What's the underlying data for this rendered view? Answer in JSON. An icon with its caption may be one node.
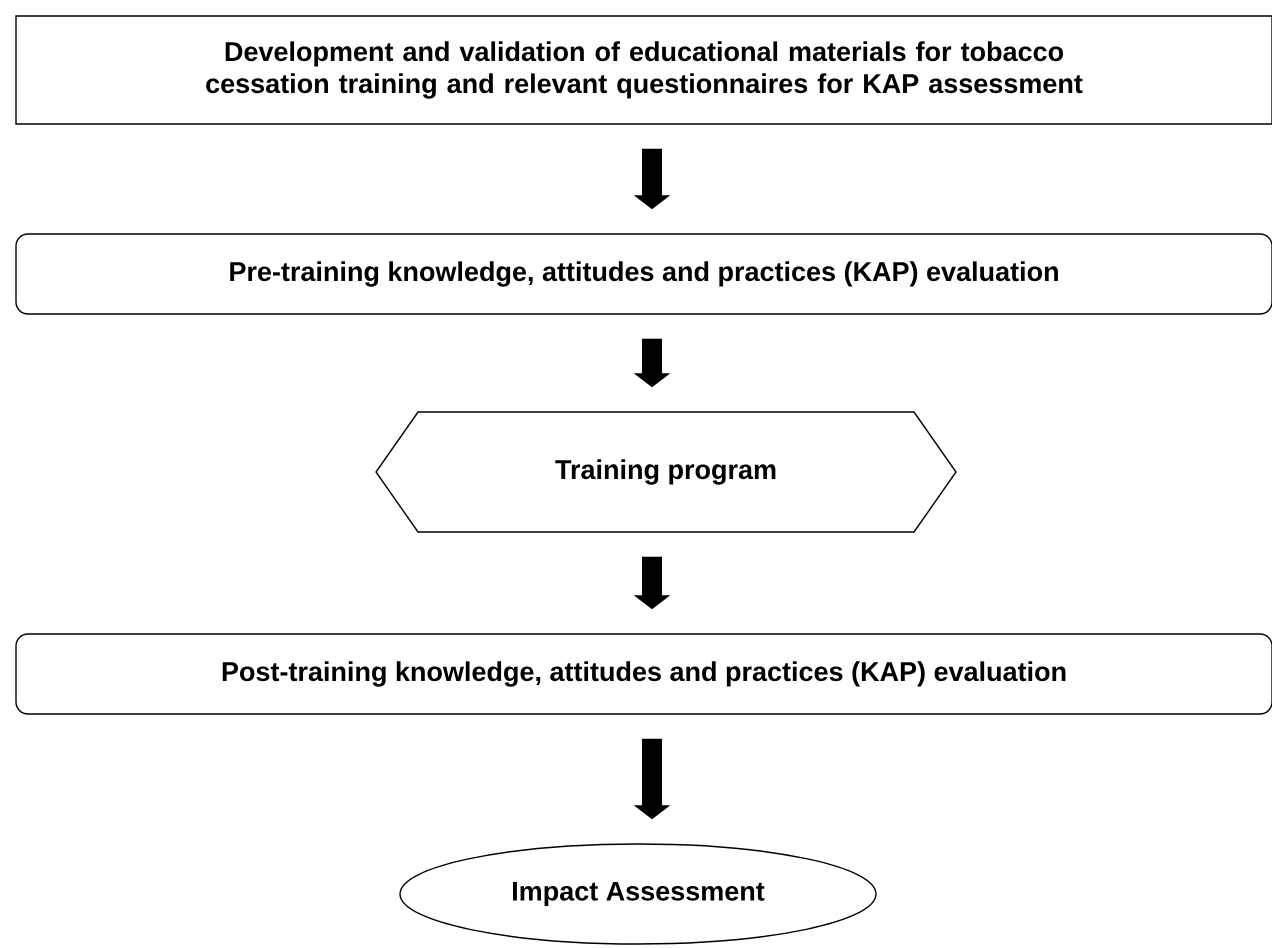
{
  "diagram": {
    "nodes": [
      {
        "text": [
          "Development and validation of educational materials for tobacco cessation training and relevant questionnaires for KAP assessment"
        ]
      },
      {
        "text": [
          "Pre-training knowledge, attitudes and practices (KAP) evaluation"
        ]
      },
      {
        "text": [
          "Training program"
        ]
      },
      {
        "text": [
          "Post-training knowledge, attitudes and practices (KAP) evaluation"
        ]
      },
      {
        "text": [
          "Impact Assessment"
        ]
      }
    ],
    "edges": [
      {
        "from": 0,
        "to": 1,
        "arrow": "to"
      },
      {
        "from": 1,
        "to": 2,
        "arrow": "to"
      },
      {
        "from": 2,
        "to": 3,
        "arrow": "to"
      },
      {
        "from": 3,
        "to": 4,
        "arrow": "to"
      }
    ]
  }
}
